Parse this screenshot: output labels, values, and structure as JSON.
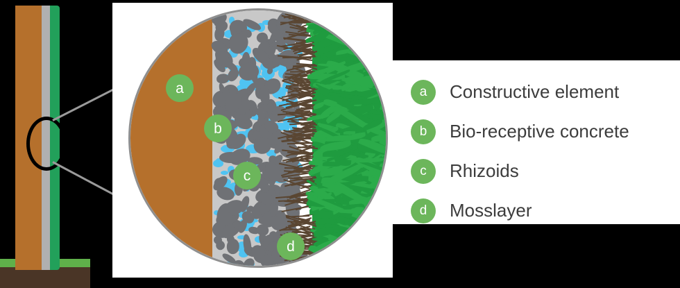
{
  "figure": {
    "background_color": "#000000",
    "panel_color": "#ffffff",
    "badge_color": "#6cb65b",
    "label_color": "#3c3c3c"
  },
  "wall_section": {
    "name": "wall-cross-section",
    "layers": [
      {
        "key": "a",
        "name": "constructive-element",
        "color": "#b5702c"
      },
      {
        "key": "b",
        "name": "bio-receptive-concrete",
        "color": "#b0b0b0"
      },
      {
        "key": "d",
        "name": "moss-layer",
        "color": "#22a05a"
      }
    ],
    "ground": [
      {
        "name": "grass",
        "color": "#5fb04a"
      },
      {
        "name": "soil",
        "color": "#4a3526"
      }
    ]
  },
  "detail_view": {
    "name": "magnified-circle",
    "outline_color": "#8f8f8f",
    "bands": [
      {
        "key": "a",
        "name": "constructive-element",
        "color": "#b5702c"
      },
      {
        "key": "b",
        "name": "bio-receptive-concrete",
        "color": "#c8c8c8",
        "aggregate_color": "#6f7175",
        "pore_color": "#4fc3f2"
      },
      {
        "key": "c",
        "name": "rhizoids",
        "color": "#5a4632"
      },
      {
        "key": "d",
        "name": "moss-layer",
        "color": "#1f9b3f"
      }
    ],
    "markers": [
      {
        "key": "a",
        "label": "a"
      },
      {
        "key": "b",
        "label": "b"
      },
      {
        "key": "c",
        "label": "c"
      },
      {
        "key": "d",
        "label": "d"
      }
    ]
  },
  "legend": {
    "items": [
      {
        "key": "a",
        "label": "Constructive element"
      },
      {
        "key": "b",
        "label": "Bio-receptive concrete"
      },
      {
        "key": "c",
        "label": "Rhizoids"
      },
      {
        "key": "d",
        "label": "Mosslayer"
      }
    ]
  }
}
